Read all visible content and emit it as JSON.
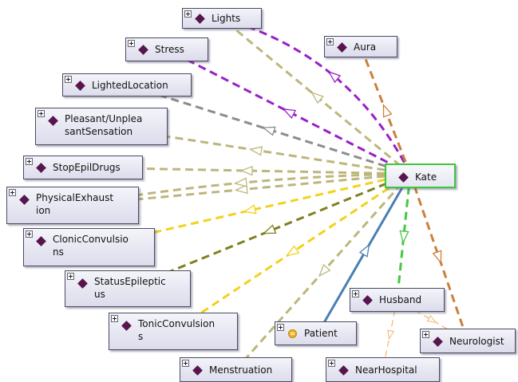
{
  "graph": {
    "focus": "Kate",
    "nodes": [
      {
        "id": "lights",
        "label": "Lights",
        "kind": "individual"
      },
      {
        "id": "aura",
        "label": "Aura",
        "kind": "individual"
      },
      {
        "id": "stress",
        "label": "Stress",
        "kind": "individual"
      },
      {
        "id": "lightedlocation",
        "label": "LightedLocation",
        "kind": "individual"
      },
      {
        "id": "pleasant",
        "label": "Pleasant/Unplea\nsantSensation",
        "kind": "individual"
      },
      {
        "id": "stopepildrugs",
        "label": "StopEpilDrugs",
        "kind": "individual"
      },
      {
        "id": "physicalexhaustion",
        "label": "PhysicalExhaust\nion",
        "kind": "individual"
      },
      {
        "id": "clonicconvulsions",
        "label": "ClonicConvulsio\nns",
        "kind": "individual"
      },
      {
        "id": "statusepilepticus",
        "label": "StatusEpileptic\nus",
        "kind": "individual"
      },
      {
        "id": "tonicconvulsions",
        "label": "TonicConvulsion\ns",
        "kind": "individual"
      },
      {
        "id": "menstruation",
        "label": "Menstruation",
        "kind": "individual"
      },
      {
        "id": "patient",
        "label": "Patient",
        "kind": "class"
      },
      {
        "id": "nearhospital",
        "label": "NearHospital",
        "kind": "individual"
      },
      {
        "id": "husband",
        "label": "Husband",
        "kind": "individual"
      },
      {
        "id": "neurologist",
        "label": "Neurologist",
        "kind": "individual"
      },
      {
        "id": "kate",
        "label": "Kate",
        "kind": "individual",
        "focus": true
      }
    ],
    "edges": [
      {
        "from": "kate",
        "to": "lights",
        "color": "#9a1fc8",
        "curve": 0.22
      },
      {
        "from": "kate",
        "to": "aura",
        "color": "#cc7f3a"
      },
      {
        "from": "kate",
        "to": "stress",
        "color": "#9a1fc8"
      },
      {
        "from": "kate",
        "to": "lights",
        "color": "#bdb67c"
      },
      {
        "from": "kate",
        "to": "lightedlocation",
        "color": "#8c8c8c"
      },
      {
        "from": "kate",
        "to": "pleasant",
        "color": "#bdb67c"
      },
      {
        "from": "kate",
        "to": "stopepildrugs",
        "color": "#bdb67c"
      },
      {
        "from": "kate",
        "to": "physicalexhaustion",
        "color": "#bdb67c"
      },
      {
        "from": "kate",
        "to": "physicalexhaustion",
        "color": "#bdb67c",
        "curve": 0.04
      },
      {
        "from": "kate",
        "to": "clonicconvulsions",
        "color": "#f2d21a"
      },
      {
        "from": "kate",
        "to": "statusepilepticus",
        "color": "#808020"
      },
      {
        "from": "kate",
        "to": "tonicconvulsions",
        "color": "#f2d21a"
      },
      {
        "from": "kate",
        "to": "menstruation",
        "color": "#bdb67c"
      },
      {
        "from": "patient",
        "to": "kate",
        "color": "#4a7fb5",
        "solid": true
      },
      {
        "from": "kate",
        "to": "husband",
        "color": "#44c844"
      },
      {
        "from": "kate",
        "to": "neurologist",
        "color": "#cc7f3a"
      },
      {
        "from": "husband",
        "to": "neurologist",
        "color": "#f6b36a",
        "thin": true
      },
      {
        "from": "husband",
        "to": "nearhospital",
        "color": "#f6b36a",
        "thin": true
      }
    ]
  }
}
